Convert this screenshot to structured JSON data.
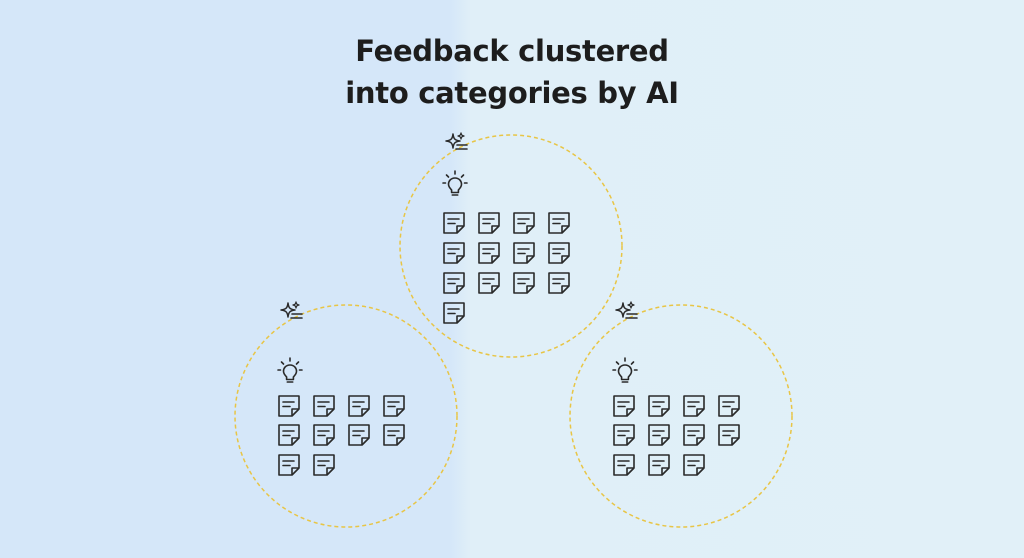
{
  "title": {
    "line1": "Feedback clustered",
    "line2": "into categories by AI"
  },
  "colors": {
    "circle_stroke": "#e8c545",
    "icon_stroke": "#2a2a2a"
  },
  "clusters": [
    {
      "name": "top",
      "count": 13
    },
    {
      "name": "left",
      "count": 10
    },
    {
      "name": "right",
      "count": 11
    }
  ],
  "icons": [
    "sparkle-icon",
    "lightbulb-icon",
    "sticky-note-icon"
  ]
}
